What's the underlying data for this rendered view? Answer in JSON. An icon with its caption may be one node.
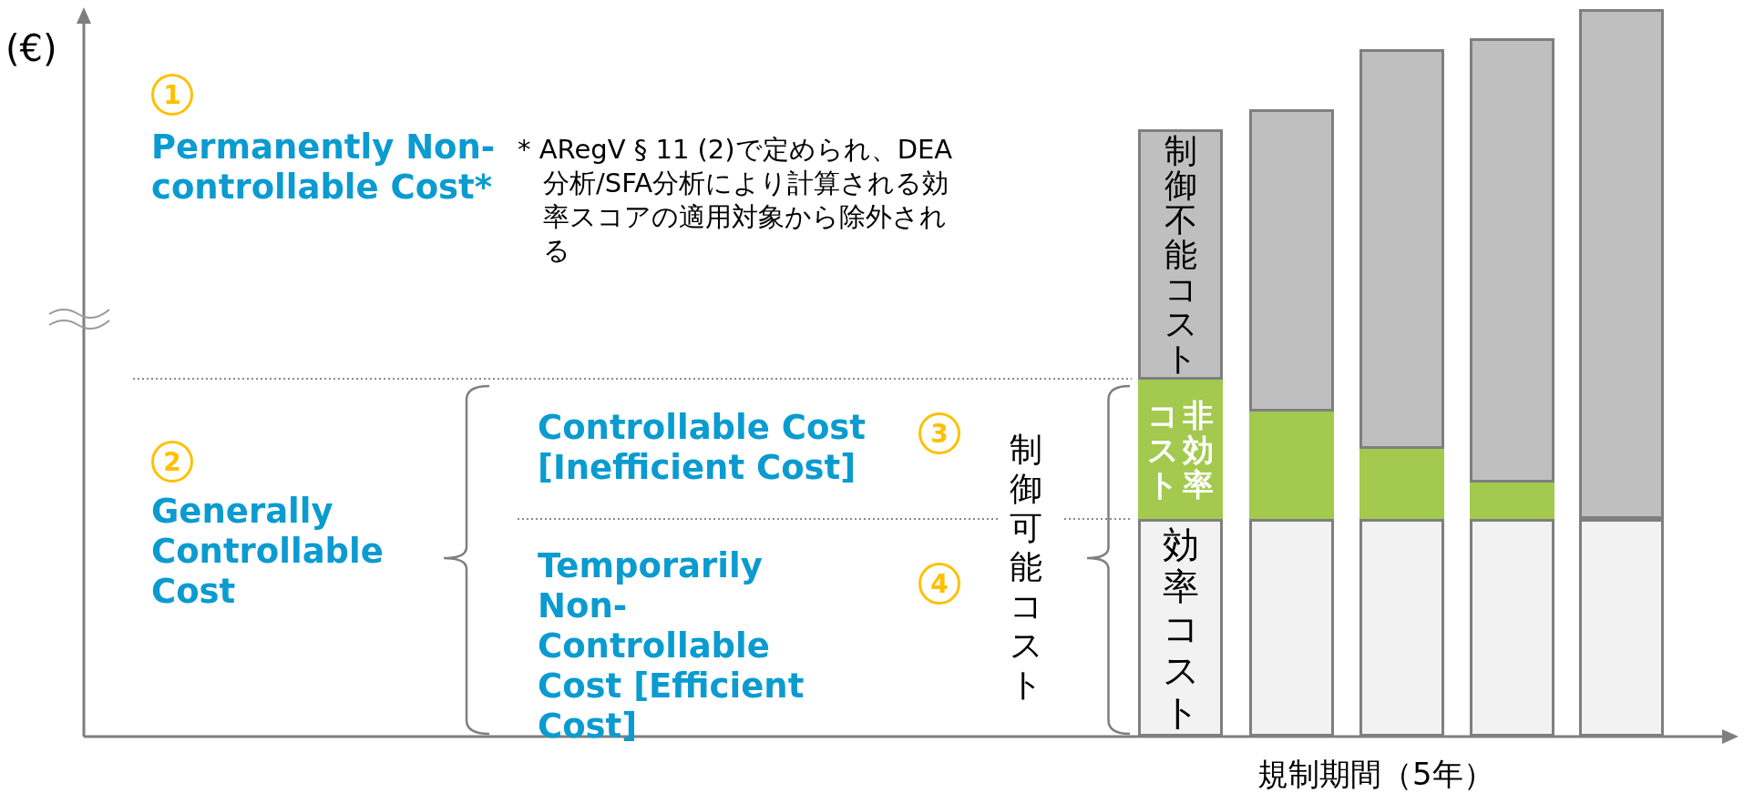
{
  "diagram": {
    "nodes": [
      {
        "text": [
          "1"
        ]
      },
      {
        "text": [
          "2"
        ]
      },
      {
        "text": [
          "3"
        ]
      },
      {
        "text": [
          "4"
        ]
      },
      {
        "text": [
          "制御不能コスト"
        ]
      },
      {
        "text": [
          "非効率コスト"
        ]
      },
      {
        "text": [
          "効率コスト"
        ]
      },
      {
        "text": [],
        "shape": "bar"
      },
      {
        "text": [],
        "shape": "bar"
      },
      {
        "text": [],
        "shape": "bar"
      },
      {
        "text": [],
        "shape": "bar"
      },
      {
        "text": [],
        "shape": "bar"
      },
      {
        "text": [],
        "shape": "bar"
      },
      {
        "text": [],
        "shape": "bar"
      },
      {
        "text": [],
        "shape": "bar"
      },
      {
        "text": [],
        "shape": "bar"
      },
      {
        "text": [],
        "shape": "bar"
      },
      {
        "text": [],
        "shape": "bar"
      }
    ],
    "labels": [
      "(€)",
      "Permanently Non-controllable Cost*",
      "* ARegV § 11 (2)で定められ、DEA分析/SFA分析により計算される効率スコアの適用対象から除外される",
      "Generally Controllable Cost",
      "Controllable Cost [Inefficient Cost]",
      "Temporarily Non-Controllable Cost [Efficient Cost]",
      "制御可能コスト",
      "規制期間（5年）"
    ]
  }
}
